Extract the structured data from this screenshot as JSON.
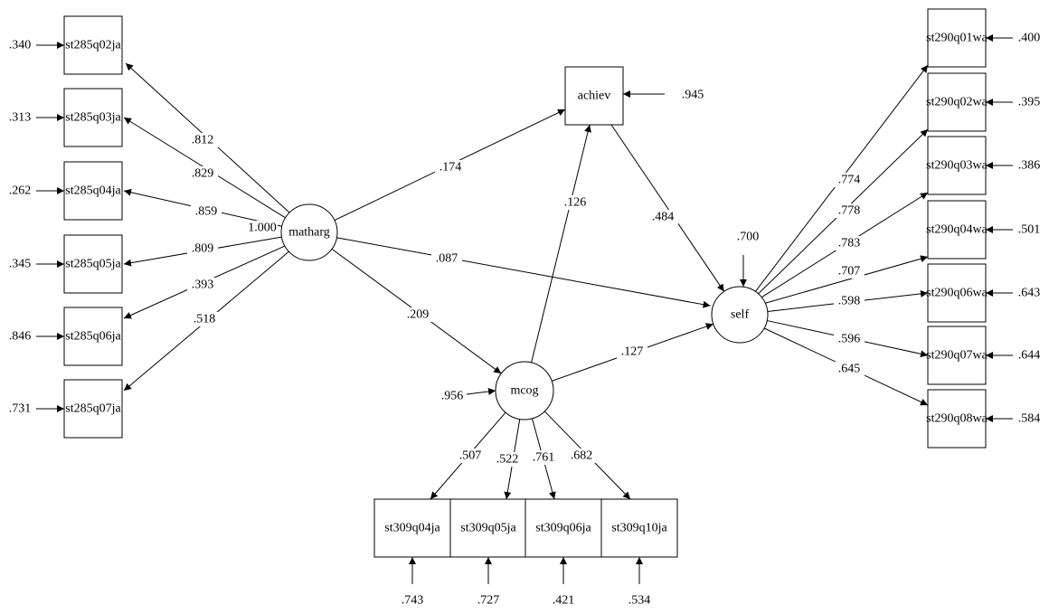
{
  "diagram": {
    "latents": {
      "matharg": "matharg",
      "mcog": "mcog",
      "self": "self",
      "achiev": "achiev"
    },
    "achiev_error": ".945",
    "self_error": ".700",
    "mcog_error": ".956",
    "matharg_variance": "1.000",
    "structural": {
      "matharg_achiev": ".174",
      "matharg_self": ".087",
      "matharg_mcog": ".209",
      "mcog_achiev": ".126",
      "achiev_self": ".484",
      "mcog_self": ".127"
    },
    "matharg_indicators": [
      {
        "name": "st285q02ja",
        "loading": ".812",
        "error": ".340"
      },
      {
        "name": "st285q03ja",
        "loading": ".829",
        "error": ".313"
      },
      {
        "name": "st285q04ja",
        "loading": ".859",
        "error": ".262"
      },
      {
        "name": "st285q05ja",
        "loading": ".809",
        "error": ".345"
      },
      {
        "name": "st285q06ja",
        "loading": ".393",
        "error": ".846"
      },
      {
        "name": "st285q07ja",
        "loading": ".518",
        "error": ".731"
      }
    ],
    "self_indicators": [
      {
        "name": "st290q01wa",
        "loading": ".774",
        "error": ".400"
      },
      {
        "name": "st290q02wa",
        "loading": ".778",
        "error": ".395"
      },
      {
        "name": "st290q03wa",
        "loading": ".783",
        "error": ".386"
      },
      {
        "name": "st290q04wa",
        "loading": ".707",
        "error": ".501"
      },
      {
        "name": "st290q06wa",
        "loading": ".598",
        "error": ".643"
      },
      {
        "name": "st290q07wa",
        "loading": ".596",
        "error": ".644"
      },
      {
        "name": "st290q08wa",
        "loading": ".645",
        "error": ".584"
      }
    ],
    "mcog_indicators": [
      {
        "name": "st309q04ja",
        "loading": ".507",
        "error": ".743"
      },
      {
        "name": "st309q05ja",
        "loading": ".522",
        "error": ".727"
      },
      {
        "name": "st309q06ja",
        "loading": ".761",
        "error": ".421"
      },
      {
        "name": "st309q10ja",
        "loading": ".682",
        "error": ".534"
      }
    ]
  }
}
